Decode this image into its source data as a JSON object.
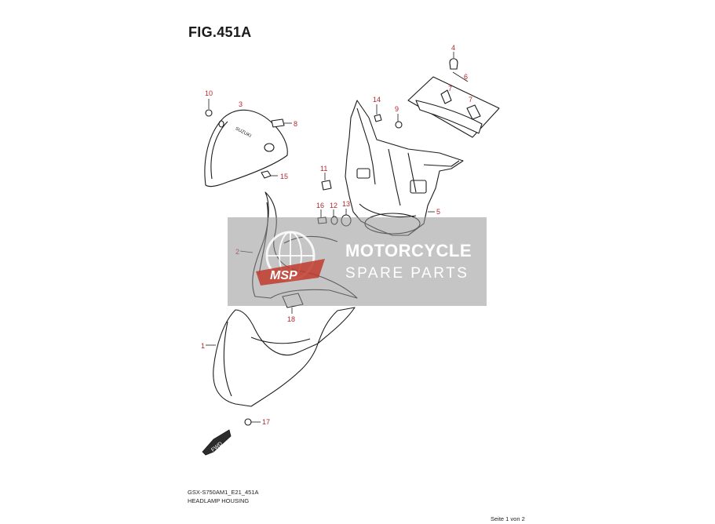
{
  "figure": {
    "title": "FIG.451A"
  },
  "callouts": [
    "1",
    "2",
    "3",
    "4",
    "5",
    "6",
    "7",
    "7",
    "8",
    "9",
    "10",
    "11",
    "12",
    "13",
    "14",
    "15",
    "16",
    "17",
    "18"
  ],
  "direction_marker": "FWD",
  "emblem_text": "SUZUKI",
  "watermark": {
    "title": "MOTORCYCLE",
    "subtitle": "SPARE PARTS",
    "logo_text": "MSP"
  },
  "footer": {
    "model_code": "GSX-S750AM1_E21_451A",
    "section_name": "HEADLAMP HOUSING",
    "page_label": "Seite 1 von 2"
  },
  "colors": {
    "callout_text": "#b3262e",
    "line_art": "#1c1c1c",
    "watermark_band": "#969696",
    "watermark_logo": "#c0392b"
  }
}
